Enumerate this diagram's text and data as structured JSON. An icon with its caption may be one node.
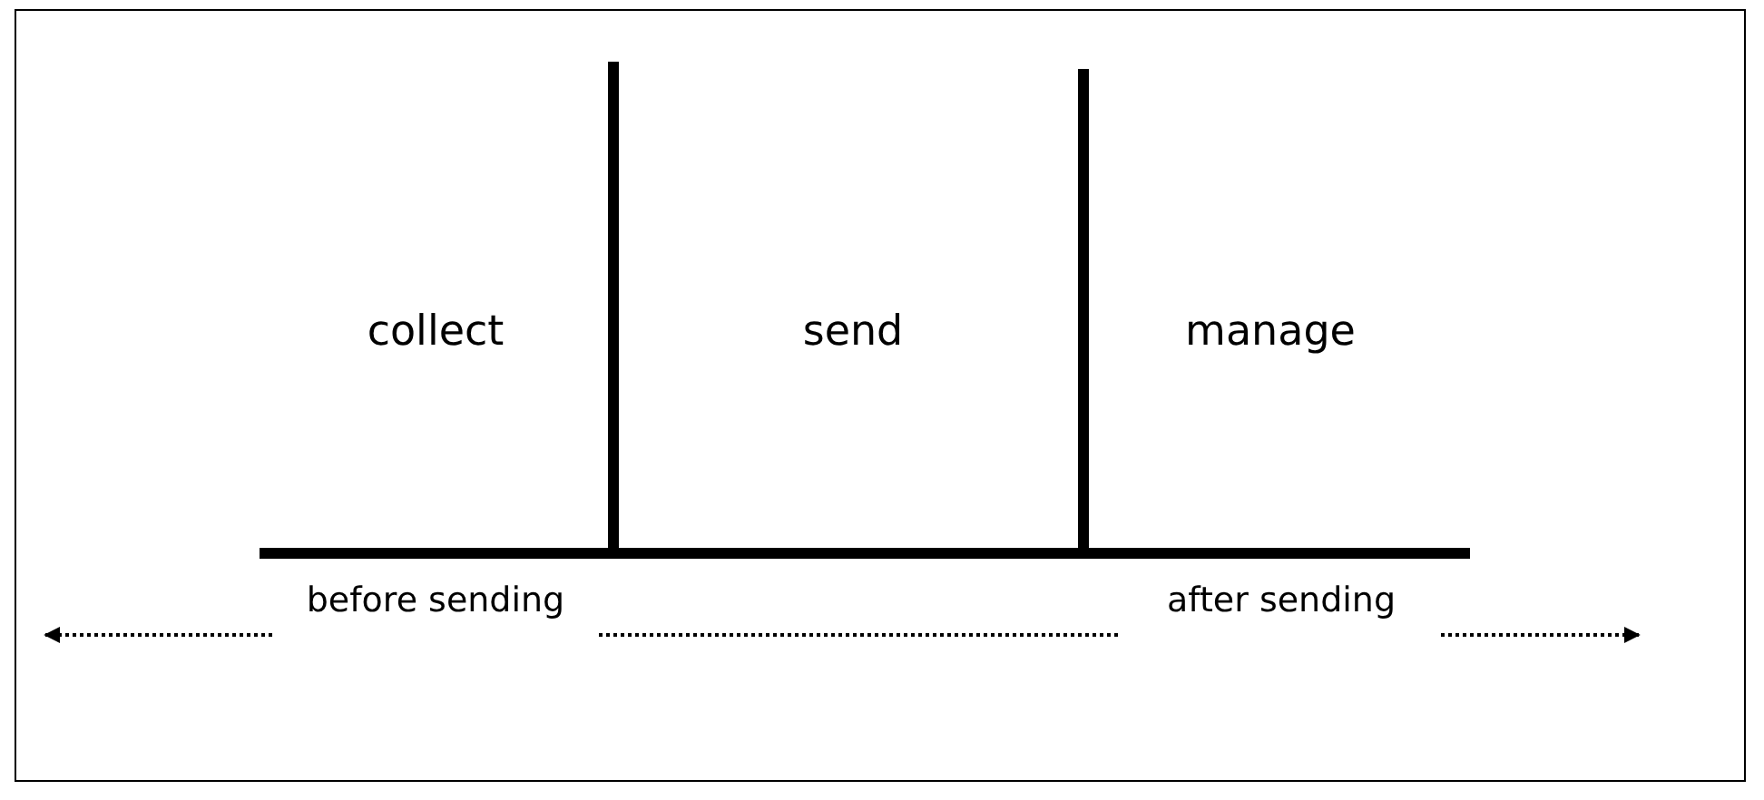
{
  "diagram": {
    "nodes": [
      {
        "text": [
          "before sending"
        ]
      },
      {
        "text": [
          "after sending"
        ]
      }
    ],
    "edges": [
      {
        "from": 0,
        "to": null,
        "arrow": "to",
        "style": "dashed"
      },
      {
        "from": 0,
        "to": 1,
        "arrow": "none",
        "style": "dashed"
      },
      {
        "from": 1,
        "to": null,
        "arrow": "to",
        "style": "dashed"
      }
    ],
    "labels": [
      "collect",
      "send",
      "manage"
    ]
  }
}
